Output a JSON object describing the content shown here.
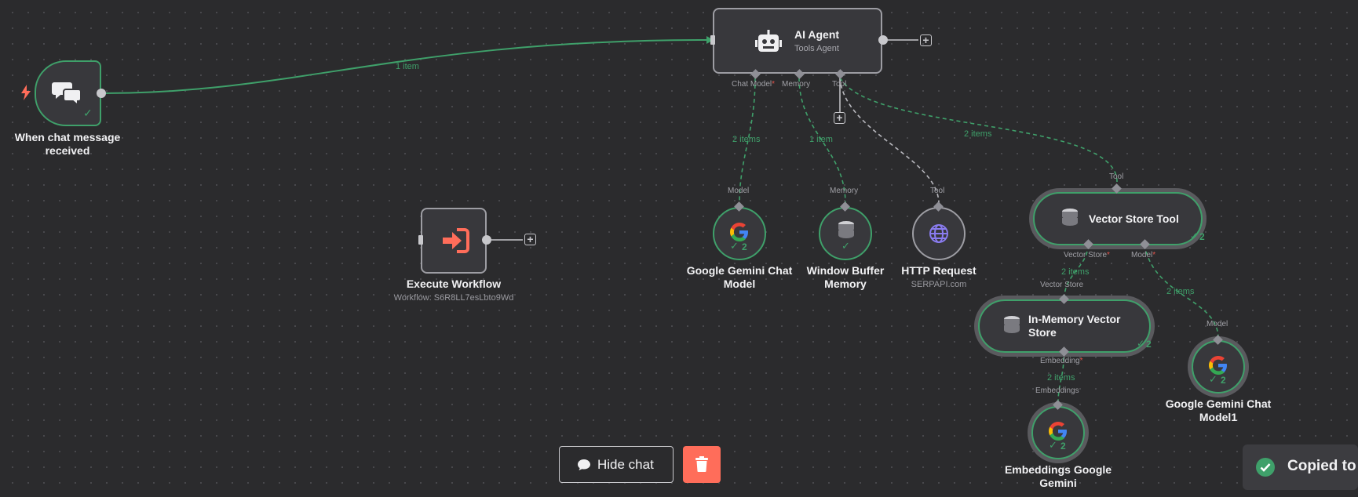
{
  "colors": {
    "success": "#3fa06a",
    "danger": "#ff6d5a",
    "trigger": "#ff6d5a",
    "edge_pending": "#b8b8be"
  },
  "nodes": {
    "trigger": {
      "title": "When chat message received",
      "icon": "chat-bubbles-icon"
    },
    "ai_agent": {
      "title": "AI Agent",
      "subtitle": "Tools Agent",
      "icon": "robot-icon",
      "ports": {
        "chat_model": "Chat Model",
        "memory": "Memory",
        "tool": "Tool",
        "required": "*"
      }
    },
    "execute_workflow": {
      "title": "Execute Workflow",
      "subtitle": "Workflow: S6R8LL7esLbto9Wd",
      "icon": "sign-in-icon"
    },
    "gemini_chat": {
      "title": "Google Gemini Chat Model",
      "port": "Model",
      "count": "2",
      "icon": "google-icon"
    },
    "window_memory": {
      "title": "Window Buffer Memory",
      "port": "Memory",
      "icon": "database-icon"
    },
    "http_request": {
      "title": "HTTP Request",
      "subtitle": "SERPAPI.com",
      "port": "Tool",
      "icon": "globe-icon"
    },
    "vector_store_tool": {
      "title": "Vector Store Tool",
      "port": "Tool",
      "count": "2",
      "icon": "database-icon",
      "ports": {
        "vector_store": "Vector Store",
        "model": "Model"
      }
    },
    "in_memory_store": {
      "title": "In-Memory Vector Store",
      "port": "Vector Store",
      "count": "2",
      "icon": "database-icon",
      "ports": {
        "embedding": "Embedding"
      }
    },
    "gemini_chat_1": {
      "title": "Google Gemini Chat Model1",
      "port": "Model",
      "count": "2",
      "icon": "google-icon"
    },
    "embeddings_gemini": {
      "title": "Embeddings Google Gemini",
      "port": "Embeddings",
      "count": "2",
      "icon": "google-icon"
    }
  },
  "edges": {
    "trigger_to_agent": "1 item",
    "model_to_agent": "2 items",
    "memory_to_agent": "1 item",
    "vectortool_to_agent": "2 items",
    "store_to_vectortool": "2 items",
    "model1_to_vectortool": "2 items",
    "embeddings_to_store": "2 items"
  },
  "controls": {
    "hide_chat": "Hide chat",
    "toast": "Copied to"
  }
}
